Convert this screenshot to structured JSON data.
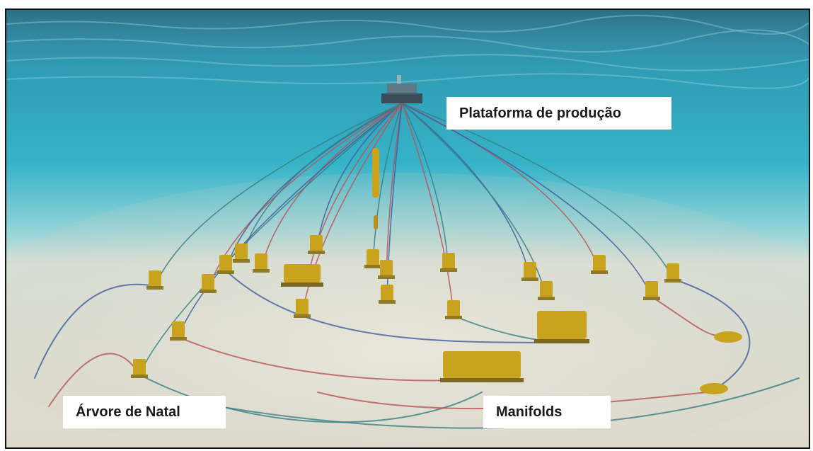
{
  "labels": {
    "platform": "Plataforma de produção",
    "christmas_tree": "Árvore de Natal",
    "manifolds": "Manifolds"
  },
  "colors": {
    "water_top": "#2f7f9a",
    "water_mid": "#35b2c7",
    "seabed": "#e3e0d2",
    "equipment": "#c9a21e",
    "line_red": "#b8555a",
    "line_blue": "#3f5f9f",
    "line_teal": "#3a7f86"
  }
}
